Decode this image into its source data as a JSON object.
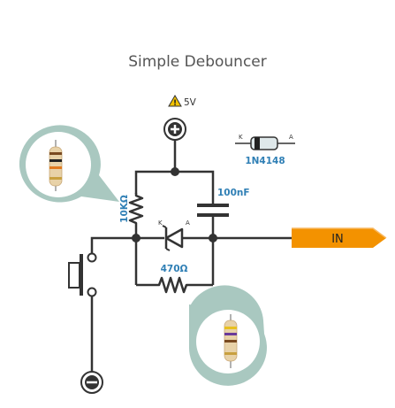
{
  "title": "Simple Debouncer",
  "supply_label": "5V",
  "resistor_pullup_label": "10KΩ",
  "capacitor_label": "100nF",
  "resistor_series_label": "470Ω",
  "diode_part_label": "1N4148",
  "diode_k_label": "K",
  "diode_a_label": "A",
  "schematic_k_label": "K",
  "schematic_a_label": "A",
  "output_label": "IN",
  "icons": [
    "warning-icon",
    "plus-terminal-icon",
    "minus-terminal-icon",
    "push-button-icon",
    "diode-icon",
    "resistor-photo-icon"
  ],
  "colors": {
    "wire": "#333333",
    "label_blue": "#2f7fb5",
    "bubble": "#a9c8c0",
    "arrow_orange": "#f39200"
  }
}
